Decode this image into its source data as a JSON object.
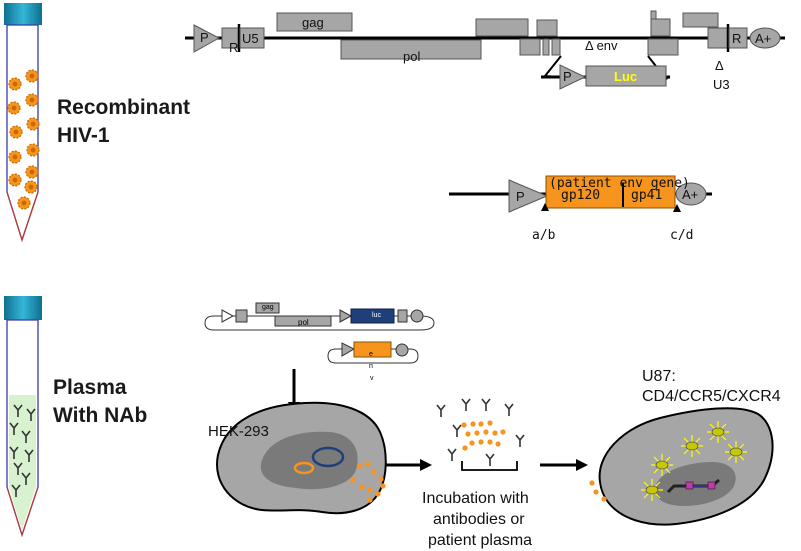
{
  "top_panel": {
    "title_line1": "Recombinant",
    "title_line2": "HIV-1",
    "construct": {
      "promoter": "P",
      "r_left": "R",
      "u5": "U5",
      "gag": "gag",
      "pol": "pol",
      "delta_env": "Δ env",
      "r_right": "R",
      "a_plus": "A+",
      "delta_u3_symbol": "Δ",
      "delta_u3_label": "U3",
      "insert_promoter": "P",
      "luc": "Luc"
    },
    "env_construct": {
      "promoter": "P",
      "patient_env_gene": "(patient env gene)",
      "gp120": "gp120",
      "gp41": "gp41",
      "a_plus": "A+",
      "primer_left": "a/b",
      "primer_right": "c/d"
    }
  },
  "bottom_panel": {
    "title_line1": "Plasma",
    "title_line2": "With NAb",
    "plasmid1": {
      "gag": "gag",
      "pol": "pol",
      "luc": "luc"
    },
    "plasmid2": {
      "env_letters": [
        "e",
        "n",
        "v"
      ]
    },
    "hek_label": "HEK-293",
    "incubation_line1": "Incubation with",
    "incubation_line2": "antibodies or",
    "incubation_line3": "patient plasma",
    "u87_line1": "U87:",
    "u87_line2": "CD4/CCR5/CXCR4"
  },
  "colors": {
    "gray_box": "#a6a6a6",
    "orange": "#f7941d",
    "luc_text": "#ffff00",
    "dark_blue": "#1f3f7a",
    "tube_cap": "#1f8fb5",
    "plasma_green": "#d8f2d0",
    "cell_fill": "#a6a6a6",
    "nucleus": "#7a7a7a",
    "star_yellow": "#ffff00"
  }
}
